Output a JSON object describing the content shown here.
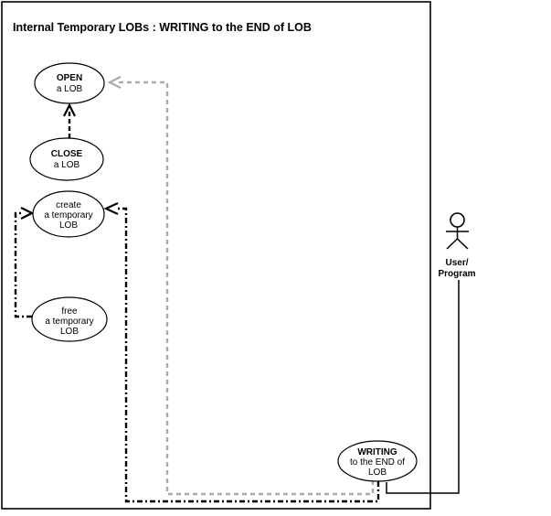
{
  "title": "Internal Temporary LOBs : WRITING to the END of LOB",
  "colors": {
    "line": "#000000",
    "gray_connector": "#aaaaaa",
    "background": "#ffffff"
  },
  "nodes": {
    "open": {
      "lines": [
        "OPEN",
        "a LOB"
      ]
    },
    "close": {
      "lines": [
        "CLOSE",
        "a LOB"
      ]
    },
    "create": {
      "lines": [
        "create",
        "a temporary",
        "LOB"
      ]
    },
    "free": {
      "lines": [
        "free",
        "a temporary",
        "LOB"
      ]
    },
    "writing": {
      "lines": [
        "WRITING",
        "to the END of",
        "LOB"
      ]
    }
  },
  "actor": {
    "lines": [
      "User/",
      "Program"
    ]
  }
}
